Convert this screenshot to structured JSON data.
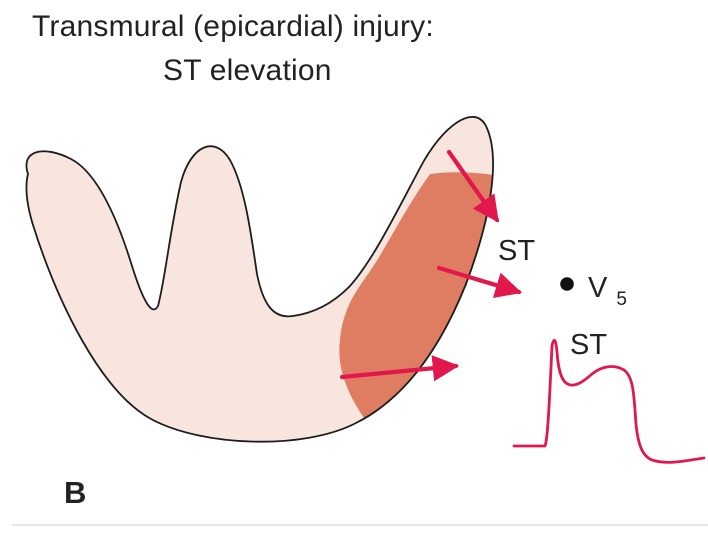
{
  "title": {
    "line1": "Transmural (epicardial) injury:",
    "line2": "ST elevation"
  },
  "labels": {
    "st_upper": "ST",
    "st_lower": "ST",
    "lead_main": "V",
    "lead_subscript": "5",
    "panel_letter": "B"
  },
  "colors": {
    "ventricle_fill": "#f8e5dd",
    "injury_fill": "#df7d62",
    "arrow_color": "#e2184d",
    "outline": "#1d1d1d"
  }
}
